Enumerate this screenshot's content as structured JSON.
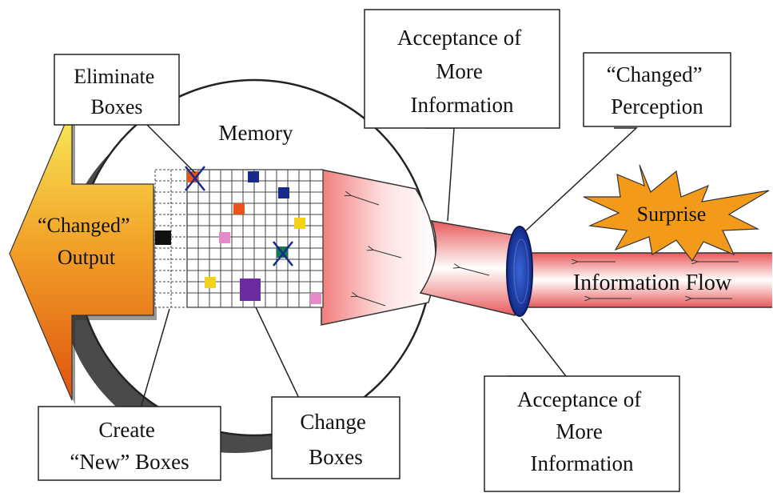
{
  "labels": {
    "eliminate": [
      "Eliminate",
      "Boxes"
    ],
    "memory": "Memory",
    "acceptance_top": [
      "Acceptance of",
      "More",
      "Information"
    ],
    "changed_perception": [
      "“Changed”",
      "Perception"
    ],
    "changed_output": [
      "“Changed”",
      "Output"
    ],
    "surprise": "Surprise",
    "information_flow": "Information Flow",
    "create_new": [
      "Create",
      "“New” Boxes"
    ],
    "change_boxes": [
      "Change",
      "Boxes"
    ],
    "acceptance_bottom": [
      "Acceptance of",
      "More",
      "Information"
    ]
  },
  "colors": {
    "output_arrow_top": "#f7e24a",
    "output_arrow_bottom": "#e05a10",
    "pipe_red": "#f08080",
    "lens_blue": "#1f3fa8",
    "surprise_orange": "#f39a1a",
    "grid_blue": "#1a2a8c",
    "grid_orange": "#e8541a",
    "grid_yellow": "#f2d21a",
    "grid_pink": "#e68ac8",
    "grid_purple": "#6a2aa0",
    "grid_black": "#111111",
    "x_red": "#e8541a",
    "x_green": "#137a4a"
  }
}
